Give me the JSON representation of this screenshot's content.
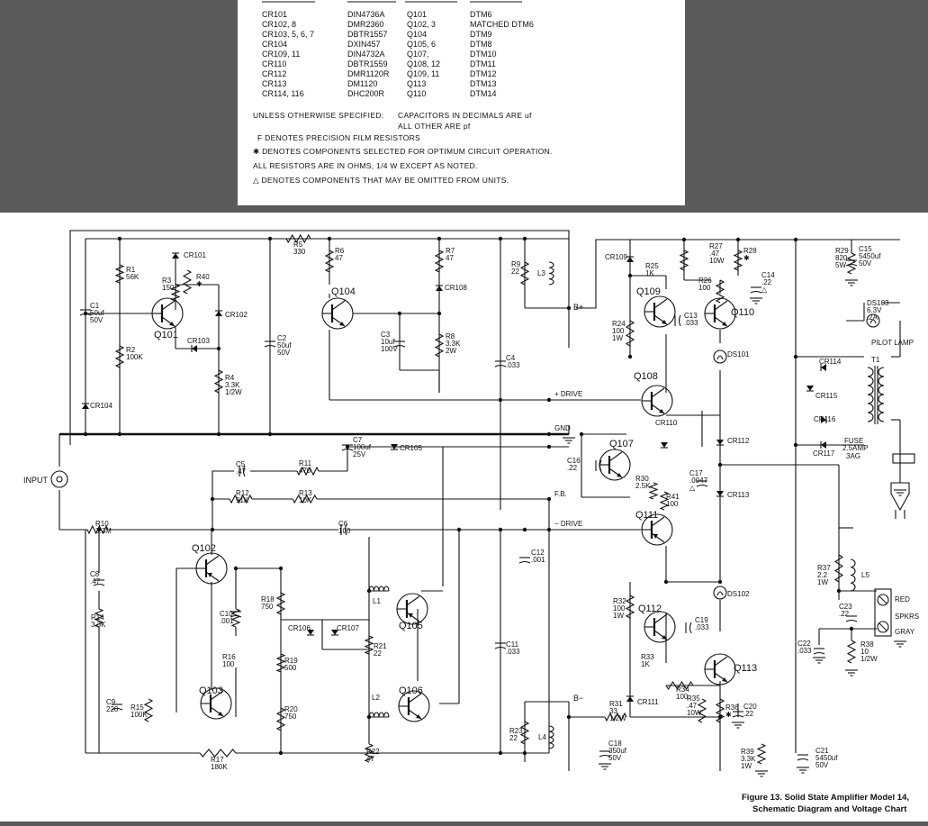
{
  "parts_table": {
    "rows": [
      [
        "CR101",
        "DIN4736A",
        "Q101",
        "DTM6"
      ],
      [
        "CR102, 8",
        "DMR2360",
        "Q102, 3",
        "MATCHED DTM6"
      ],
      [
        "CR103, 5, 6, 7",
        "DBTR1557",
        "Q104",
        "DTM9"
      ],
      [
        "CR104",
        "DXIN457",
        "Q105, 6",
        "DTM8"
      ],
      [
        "CR109, 11",
        "DIN4732A",
        "Q107,",
        "DTM10"
      ],
      [
        "CR110",
        "DBTR1559",
        "Q108, 12",
        "DTM11"
      ],
      [
        "CR112",
        "DMR1120R",
        "Q109, 11",
        "DTM12"
      ],
      [
        "CR113",
        "DM1120",
        "Q113",
        "DTM13"
      ],
      [
        "CR114, 116",
        "DHC200R",
        "Q110",
        "DTM14"
      ]
    ]
  },
  "notes": {
    "unless": "UNLESS OTHERWISE SPECIFIED:",
    "capacitors": "CAPACITORS IN DECIMALS ARE uf",
    "all_other": "ALL OTHER ARE pf",
    "precision": "F  DENOTES PRECISION FILM RESISTORS",
    "selected": "✱ DENOTES COMPONENTS SELECTED FOR OPTIMUM CIRCUIT OPERATION.",
    "resistors": "ALL RESISTORS ARE IN OHMS, 1/4 W EXCEPT AS NOTED.",
    "omitted": "△ DENOTES COMPONENTS THAT MAY BE OMITTED FROM UNITS."
  },
  "caption": {
    "line1": "Figure 13.  Solid State Amplifier Model 14,",
    "line2": "Schematic Diagram and Voltage Chart"
  },
  "nets": {
    "input": "INPUT",
    "bplus": "B+",
    "bminus": "B−",
    "plus_drive": "+ DRIVE",
    "minus_drive": "− DRIVE",
    "gnd": "GND",
    "fb": "F.B.",
    "spkrs": "SPKRS",
    "red": "RED",
    "gray": "GRAY",
    "pilot_lamp": "PILOT LAMP",
    "fuse": "FUSE"
  },
  "transistors": {
    "q101": "Q101",
    "q102": "Q102",
    "q103": "Q103",
    "q104": "Q104",
    "q105": "Q105",
    "q106": "Q106",
    "q107": "Q107",
    "q108": "Q108",
    "q109": "Q109",
    "q110": "Q110",
    "q111": "Q111",
    "q112": "Q112",
    "q113": "Q113"
  },
  "diodes": {
    "cr101": "CR101",
    "cr102": "CR102",
    "cr103": "CR103",
    "cr104": "CR104",
    "cr105": "CR105",
    "cr106": "CR106",
    "cr107": "CR107",
    "cr108": "CR108",
    "cr109": "CR109",
    "cr110": "CR110",
    "cr111": "CR111",
    "cr112": "CR112",
    "cr113": "CR113",
    "cr114": "CR114",
    "cr115": "CR115",
    "cr116": "CR116",
    "cr117": "CR117"
  },
  "components": {
    "r1": [
      "R1",
      "56K"
    ],
    "r2": [
      "R2",
      "100K"
    ],
    "r3": [
      "R3",
      "150"
    ],
    "r40": [
      "R40",
      "✱"
    ],
    "r4": [
      "R4",
      "3.3K",
      "1/2W"
    ],
    "r5": [
      "R5",
      "330"
    ],
    "r6": [
      "R6",
      "47"
    ],
    "r7": [
      "R7",
      "47"
    ],
    "r8": [
      "R8",
      "3.3K",
      "2W"
    ],
    "r9": [
      "R9",
      "22"
    ],
    "r10": [
      "R10",
      "3.3M"
    ],
    "r11": [
      "R11",
      "470"
    ],
    "r12": [
      "R12",
      "91K"
    ],
    "r13": [
      "R13",
      "10K"
    ],
    "r14": [
      "R14",
      "3.3K"
    ],
    "r15": [
      "R15",
      "100K"
    ],
    "r16": [
      "R16",
      "100"
    ],
    "r17": [
      "R17",
      "180K"
    ],
    "r18": [
      "R18",
      "750"
    ],
    "r19": [
      "R19",
      "500"
    ],
    "r20": [
      "R20",
      "750"
    ],
    "r21": [
      "R21",
      "22"
    ],
    "r22": [
      "R22",
      "47"
    ],
    "r23": [
      "R23",
      "22"
    ],
    "r24": [
      "R24",
      "100",
      "1W"
    ],
    "r25": [
      "R25",
      "1K"
    ],
    "r26": [
      "R26",
      "100"
    ],
    "r27": [
      "R27",
      ".47",
      "10W"
    ],
    "r28": [
      "R28",
      "✱"
    ],
    "r29": [
      "R29",
      "820",
      "5W"
    ],
    "r30": [
      "R30",
      "2.5K"
    ],
    "r31": [
      "R31",
      "33",
      "1/2W"
    ],
    "r32": [
      "R32",
      "100",
      "1W"
    ],
    "r33": [
      "R33",
      "1K"
    ],
    "r34": [
      "R34",
      "100"
    ],
    "r35": [
      "R35",
      ".47",
      "10W"
    ],
    "r36": [
      "R36",
      "✱"
    ],
    "r37": [
      "R37",
      "2.2",
      "1W"
    ],
    "r38": [
      "R38",
      "10",
      "1/2W"
    ],
    "r39": [
      "R39",
      "3.3K",
      "1W"
    ],
    "r41": [
      "R41",
      "100"
    ],
    "c1": [
      "C1",
      "50uf",
      "50V"
    ],
    "c2": [
      "C2",
      "50uf",
      "50V"
    ],
    "c3": [
      "C3",
      "10uf",
      "100V"
    ],
    "c4": [
      "C4",
      ".033"
    ],
    "c5": [
      "C5",
      ".47"
    ],
    "c6": [
      "C6",
      "100"
    ],
    "c7": [
      "C7",
      "100uf",
      "25V"
    ],
    "c8": [
      "C8",
      ".47"
    ],
    "c9": [
      "C9",
      "220"
    ],
    "c10": [
      "C10",
      ".001"
    ],
    "c11": [
      "C11",
      ".033"
    ],
    "c12": [
      "C12",
      ".001"
    ],
    "c13": [
      "C13",
      ".033"
    ],
    "c14": [
      "C14",
      ".22",
      "△"
    ],
    "c15": [
      "C15",
      "5450uf",
      "50V"
    ],
    "c16": [
      "C16",
      ".22"
    ],
    "c17": [
      "C17",
      ".0047",
      "△"
    ],
    "c18": [
      "C18",
      "350uf",
      "50V"
    ],
    "c19": [
      "C19",
      ".033"
    ],
    "c20": [
      "C20",
      ".22"
    ],
    "c21": [
      "C21",
      "5450uf",
      "50V"
    ],
    "c22": [
      "C22",
      ".033"
    ],
    "c23": [
      "C23",
      ".22"
    ],
    "l1": [
      "L1"
    ],
    "l2": [
      "L2"
    ],
    "l3": [
      "L3"
    ],
    "l4": [
      "L4"
    ],
    "l5": [
      "L5"
    ],
    "ds101": [
      "DS101"
    ],
    "ds102": [
      "DS102"
    ],
    "ds103": [
      "DS103",
      "6.3V",
      ".2A"
    ],
    "t1": [
      "T1"
    ],
    "fuse": [
      "2.5AMP",
      "3AG"
    ]
  }
}
